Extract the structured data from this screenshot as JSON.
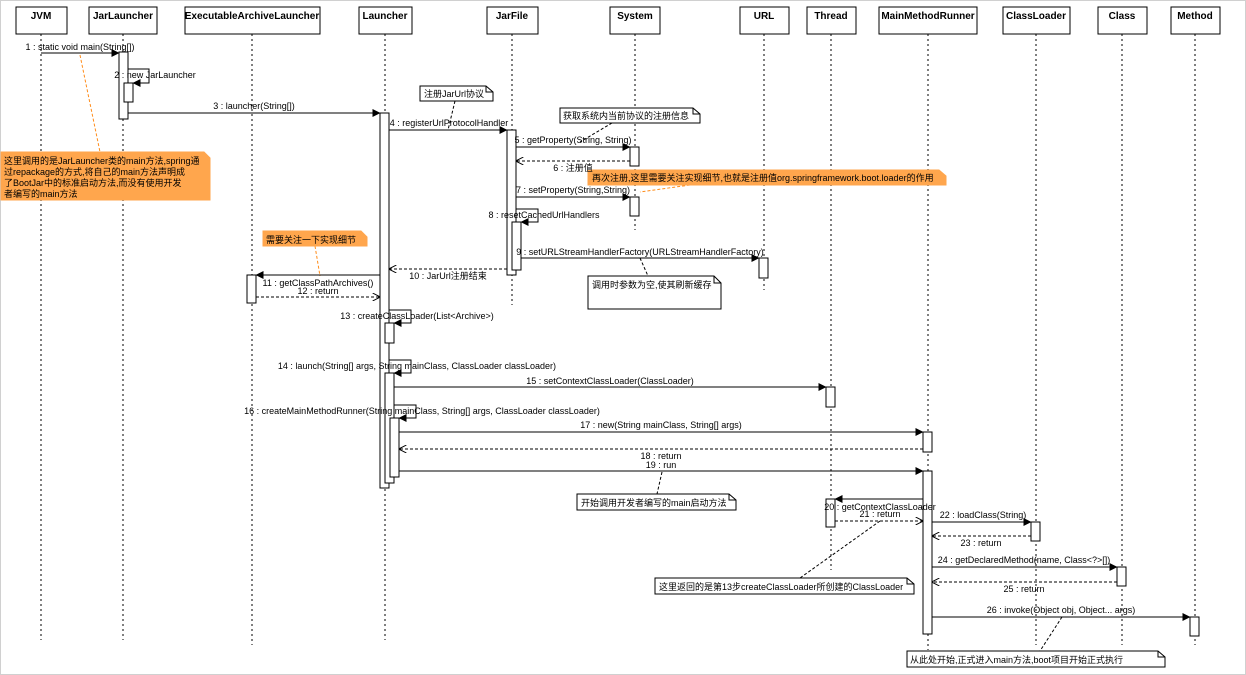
{
  "colors": {
    "note_orange": "#ffa64d",
    "line": "#000000",
    "background": "#ffffff"
  },
  "participants": [
    {
      "id": "jvm",
      "label": "JVM"
    },
    {
      "id": "jarlauncher",
      "label": "JarLauncher"
    },
    {
      "id": "eal",
      "label": "ExecutableArchiveLauncher"
    },
    {
      "id": "launcher",
      "label": "Launcher"
    },
    {
      "id": "jarfile",
      "label": "JarFile"
    },
    {
      "id": "system",
      "label": "System"
    },
    {
      "id": "url",
      "label": "URL"
    },
    {
      "id": "thread",
      "label": "Thread"
    },
    {
      "id": "mmr",
      "label": "MainMethodRunner"
    },
    {
      "id": "classloader",
      "label": "ClassLoader"
    },
    {
      "id": "class",
      "label": "Class"
    },
    {
      "id": "method",
      "label": "Method"
    }
  ],
  "messages": [
    {
      "label": "1 : static void main(String[])",
      "from": "jvm",
      "to": "jarlauncher",
      "kind": "call"
    },
    {
      "label": "2 : new JarLauncher",
      "from": "jarlauncher",
      "to": "jarlauncher",
      "kind": "self"
    },
    {
      "label": "3 : launcher(String[])",
      "from": "jarlauncher",
      "to": "launcher",
      "kind": "call"
    },
    {
      "label": "4 : registerUrlProtocolHandler",
      "from": "launcher",
      "to": "jarfile",
      "kind": "call"
    },
    {
      "label": "5 : getProperty(String, String)",
      "from": "jarfile",
      "to": "system",
      "kind": "call"
    },
    {
      "label": "6 : 注册值",
      "from": "system",
      "to": "jarfile",
      "kind": "return"
    },
    {
      "label": "7 : setProperty(String,String)",
      "from": "jarfile",
      "to": "system",
      "kind": "call"
    },
    {
      "label": "8 : resetCachedUrlHandlers",
      "from": "jarfile",
      "to": "jarfile",
      "kind": "self"
    },
    {
      "label": "9 : setURLStreamHandlerFactory(URLStreamHandlerFactory)",
      "from": "jarfile",
      "to": "url",
      "kind": "call"
    },
    {
      "label": "10 : JarUrl注册结束",
      "from": "jarfile",
      "to": "launcher",
      "kind": "return"
    },
    {
      "label": "11 : getClassPathArchives()",
      "from": "launcher",
      "to": "eal",
      "kind": "call"
    },
    {
      "label": "12 : return",
      "from": "eal",
      "to": "launcher",
      "kind": "return"
    },
    {
      "label": "13 : createClassLoader(List<Archive>)",
      "from": "launcher",
      "to": "launcher",
      "kind": "self"
    },
    {
      "label": "14 : launch(String[] args, String mainClass, ClassLoader classLoader)",
      "from": "launcher",
      "to": "launcher",
      "kind": "self"
    },
    {
      "label": "15 : setContextClassLoader(ClassLoader)",
      "from": "launcher",
      "to": "thread",
      "kind": "call"
    },
    {
      "label": "16 : createMainMethodRunner(String mainClass, String[] args, ClassLoader classLoader)",
      "from": "launcher",
      "to": "launcher",
      "kind": "self"
    },
    {
      "label": "17 : new(String mainClass, String[] args)",
      "from": "launcher",
      "to": "mmr",
      "kind": "call"
    },
    {
      "label": "18 : return",
      "from": "mmr",
      "to": "launcher",
      "kind": "return"
    },
    {
      "label": "19 : run",
      "from": "launcher",
      "to": "mmr",
      "kind": "call"
    },
    {
      "label": "20 : getContextClassLoader",
      "from": "mmr",
      "to": "thread",
      "kind": "call"
    },
    {
      "label": "21 : return",
      "from": "thread",
      "to": "mmr",
      "kind": "return"
    },
    {
      "label": "22 : loadClass(String)",
      "from": "mmr",
      "to": "classloader",
      "kind": "call"
    },
    {
      "label": "23 : return",
      "from": "classloader",
      "to": "mmr",
      "kind": "return"
    },
    {
      "label": "24 : getDeclaredMethod(name, Class<?>[])",
      "from": "mmr",
      "to": "class",
      "kind": "call"
    },
    {
      "label": "25 : return",
      "from": "class",
      "to": "mmr",
      "kind": "return"
    },
    {
      "label": "26 : invoke(Object obj, Object... args)",
      "from": "mmr",
      "to": "method",
      "kind": "call"
    }
  ],
  "notes": [
    {
      "id": "main-note",
      "lines": [
        "这里调用的是JarLauncher类的main方法,spring通",
        "过repackage的方式,将自己的main方法声明成",
        "了BootJar中的标准启动方法,而没有使用开发",
        "者编写的main方法"
      ],
      "style": "orange"
    },
    {
      "id": "jarurl-note",
      "lines": [
        "注册JarUrl协议"
      ],
      "style": "white"
    },
    {
      "id": "system-note",
      "lines": [
        "获取系统内当前协议的注册信息"
      ],
      "style": "white"
    },
    {
      "id": "reregister-note",
      "lines": [
        "再次注册,这里需要关注实现细节,也就是注册值org.springframework.boot.loader的作用"
      ],
      "style": "orange"
    },
    {
      "id": "detail-note",
      "lines": [
        "需要关注一下实现细节"
      ],
      "style": "orange"
    },
    {
      "id": "param-note",
      "lines": [
        "调用时参数为空,使其刷新缓存"
      ],
      "style": "white"
    },
    {
      "id": "start-note",
      "lines": [
        "开始调用开发者编写的main启动方法"
      ],
      "style": "white"
    },
    {
      "id": "classloader-note",
      "lines": [
        "这里返回的是第13步createClassLoader所创建的ClassLoader"
      ],
      "style": "white"
    },
    {
      "id": "final-note",
      "lines": [
        "从此处开始,正式进入main方法,boot项目开始正式执行"
      ],
      "style": "white"
    }
  ]
}
